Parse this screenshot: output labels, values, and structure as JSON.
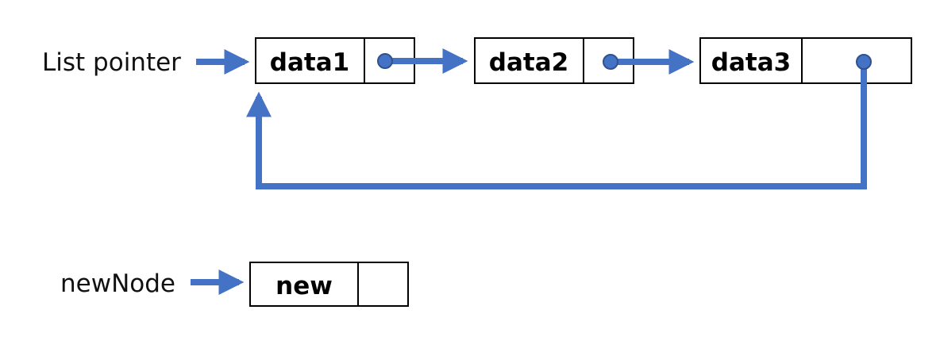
{
  "colors": {
    "arrow": "#4472C4",
    "box_border": "#000000",
    "background": "#FFFFFF"
  },
  "labels": {
    "list_pointer": "List pointer",
    "new_node": "newNode"
  },
  "nodes": [
    {
      "data": "data1",
      "has_link": true
    },
    {
      "data": "data2",
      "has_link": true
    },
    {
      "data": "data3",
      "has_link": true
    }
  ],
  "new_node": {
    "data": "new",
    "has_link": false
  }
}
